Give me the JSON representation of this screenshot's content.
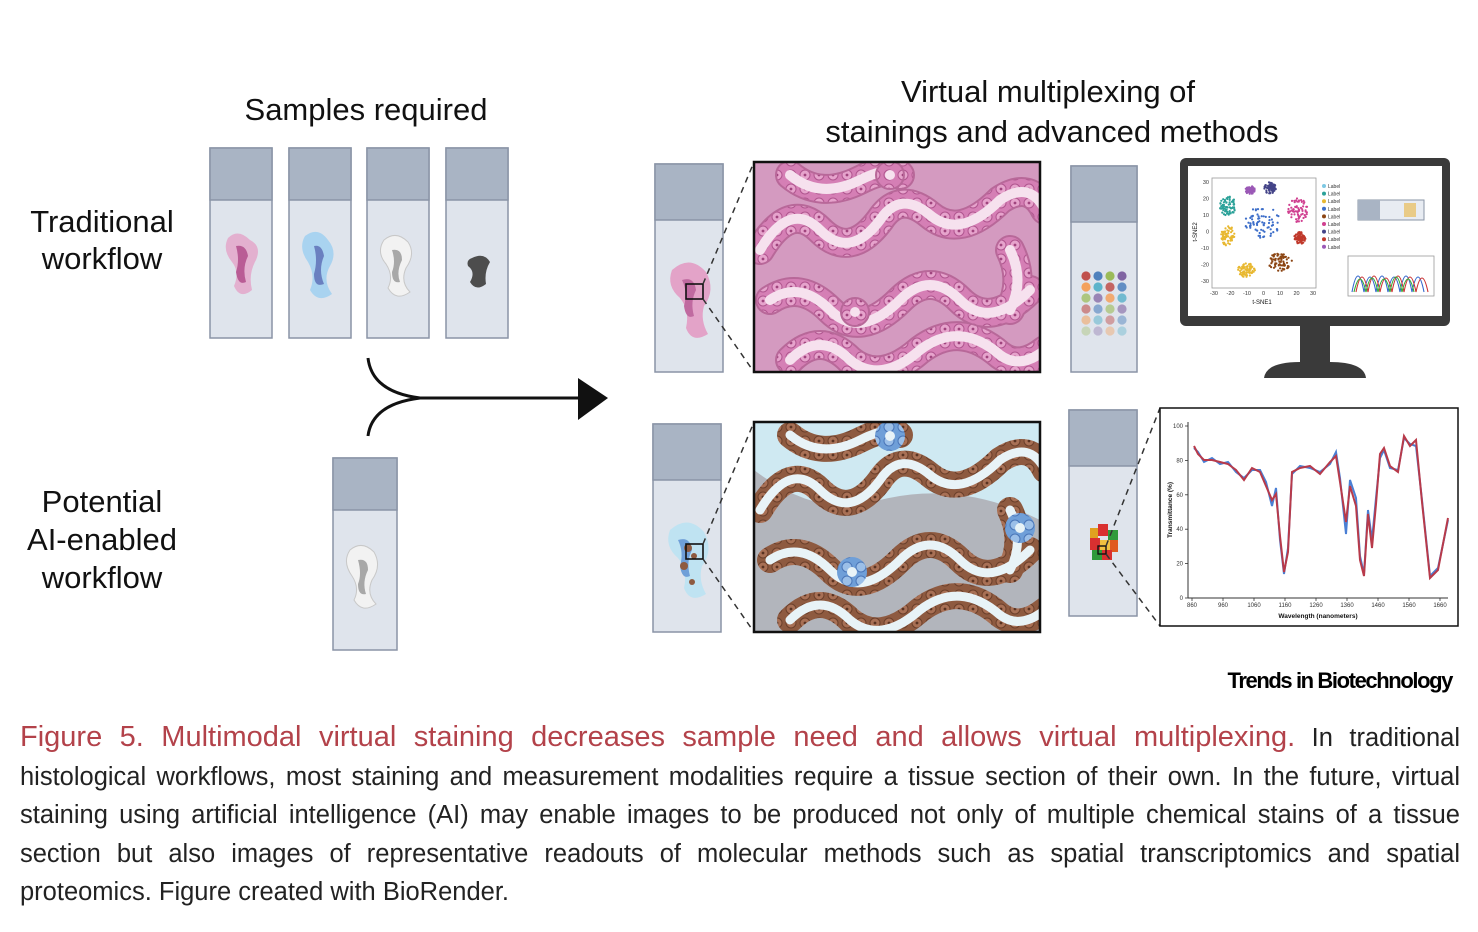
{
  "figure": {
    "samples_required": "Samples required",
    "traditional_workflow_line1": "Traditional",
    "traditional_workflow_line2": "workflow",
    "ai_workflow_line1": "Potential",
    "ai_workflow_line2": "AI-enabled",
    "ai_workflow_line3": "workflow",
    "virtual_title_line1": "Virtual multiplexing of",
    "virtual_title_line2": "stainings and advanced methods",
    "tsne": {
      "xlabel": "t-SNE1",
      "ylabel": "t-SNE2",
      "xticks": [
        "-30",
        "-20",
        "-10",
        "0",
        "10",
        "20",
        "30"
      ],
      "yticks": [
        "30",
        "20",
        "10",
        "0",
        "-10",
        "-20",
        "-30"
      ],
      "legend": [
        "Label",
        "Label",
        "Label",
        "Label",
        "Label",
        "Label",
        "Label",
        "Label",
        "Label"
      ],
      "colors": [
        "#7ec8e3",
        "#2aa198",
        "#e8b830",
        "#3d6ec9",
        "#8b4513",
        "#d04090",
        "#444488",
        "#c0392b",
        "#9b59b6"
      ]
    },
    "spectrum": {
      "xlabel": "Wavelength (nanometers)",
      "ylabel": "Transmittance (%)",
      "xticks": [
        "860",
        "960",
        "1060",
        "1160",
        "1260",
        "1360",
        "1460",
        "1560",
        "1660"
      ],
      "yticks": [
        "100",
        "80",
        "60",
        "40",
        "20",
        "0"
      ]
    },
    "colors": {
      "he_pink": "#d890c0",
      "ihc_brown": "#8b5a3c",
      "ihc_blue": "#bfe3ef",
      "slide_grey": "#a9b4c4"
    }
  },
  "credit": "Trends in Biotechnology",
  "caption": {
    "title": "Figure 5. Multimodal virtual staining decreases sample need and allows virtual multiplexing.",
    "body": " In traditional histological workflows, most staining and measurement modalities require a tissue section of their own. In the future, virtual staining using artificial intelligence (AI) may enable images to be produced not only of multiple chemical stains of a tissue section but also images of representative readouts of molecular methods such as spatial transcriptomics and spatial proteomics. Figure created with BioRender."
  }
}
